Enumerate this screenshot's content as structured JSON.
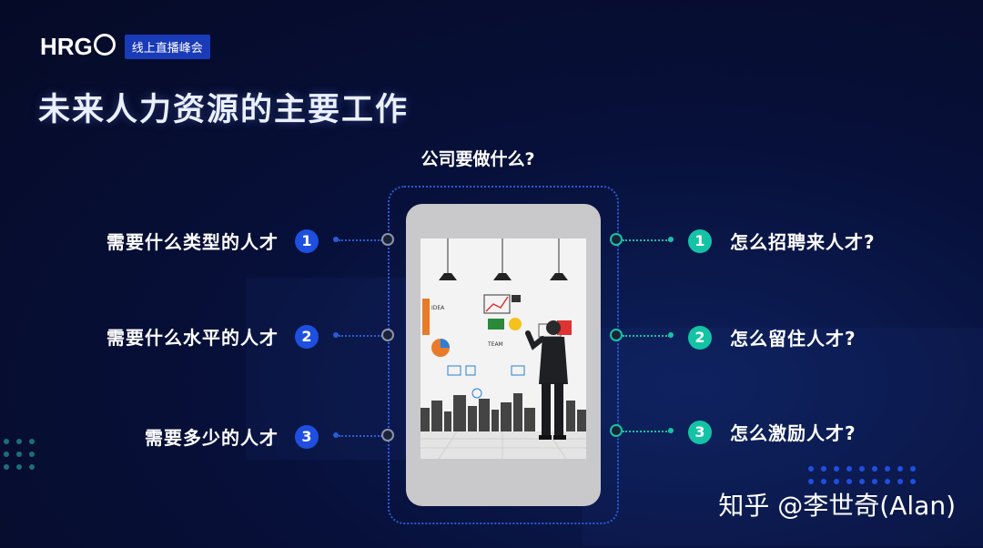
{
  "logo": {
    "brand_prefix": "HRG",
    "badge": "线上直播峰会"
  },
  "title": "未来人力资源的主要工作",
  "subtitle": "公司要做什么?",
  "left_items": [
    {
      "num": "1",
      "label": "需要什么类型的人才"
    },
    {
      "num": "2",
      "label": "需要什么水平的人才"
    },
    {
      "num": "3",
      "label": "需要多少的人才"
    }
  ],
  "right_items": [
    {
      "num": "1",
      "label": "怎么招聘来人才?"
    },
    {
      "num": "2",
      "label": "怎么留住人才?"
    },
    {
      "num": "3",
      "label": "怎么激励人才?"
    }
  ],
  "watermark": "知乎 @李世奇(Alan)",
  "icons": [
    "lamp-icon",
    "businessman-figure",
    "city-skyline"
  ],
  "colors": {
    "accent_blue": "#1f4fe0",
    "accent_teal": "#14c3a6",
    "background": "#07103a"
  }
}
